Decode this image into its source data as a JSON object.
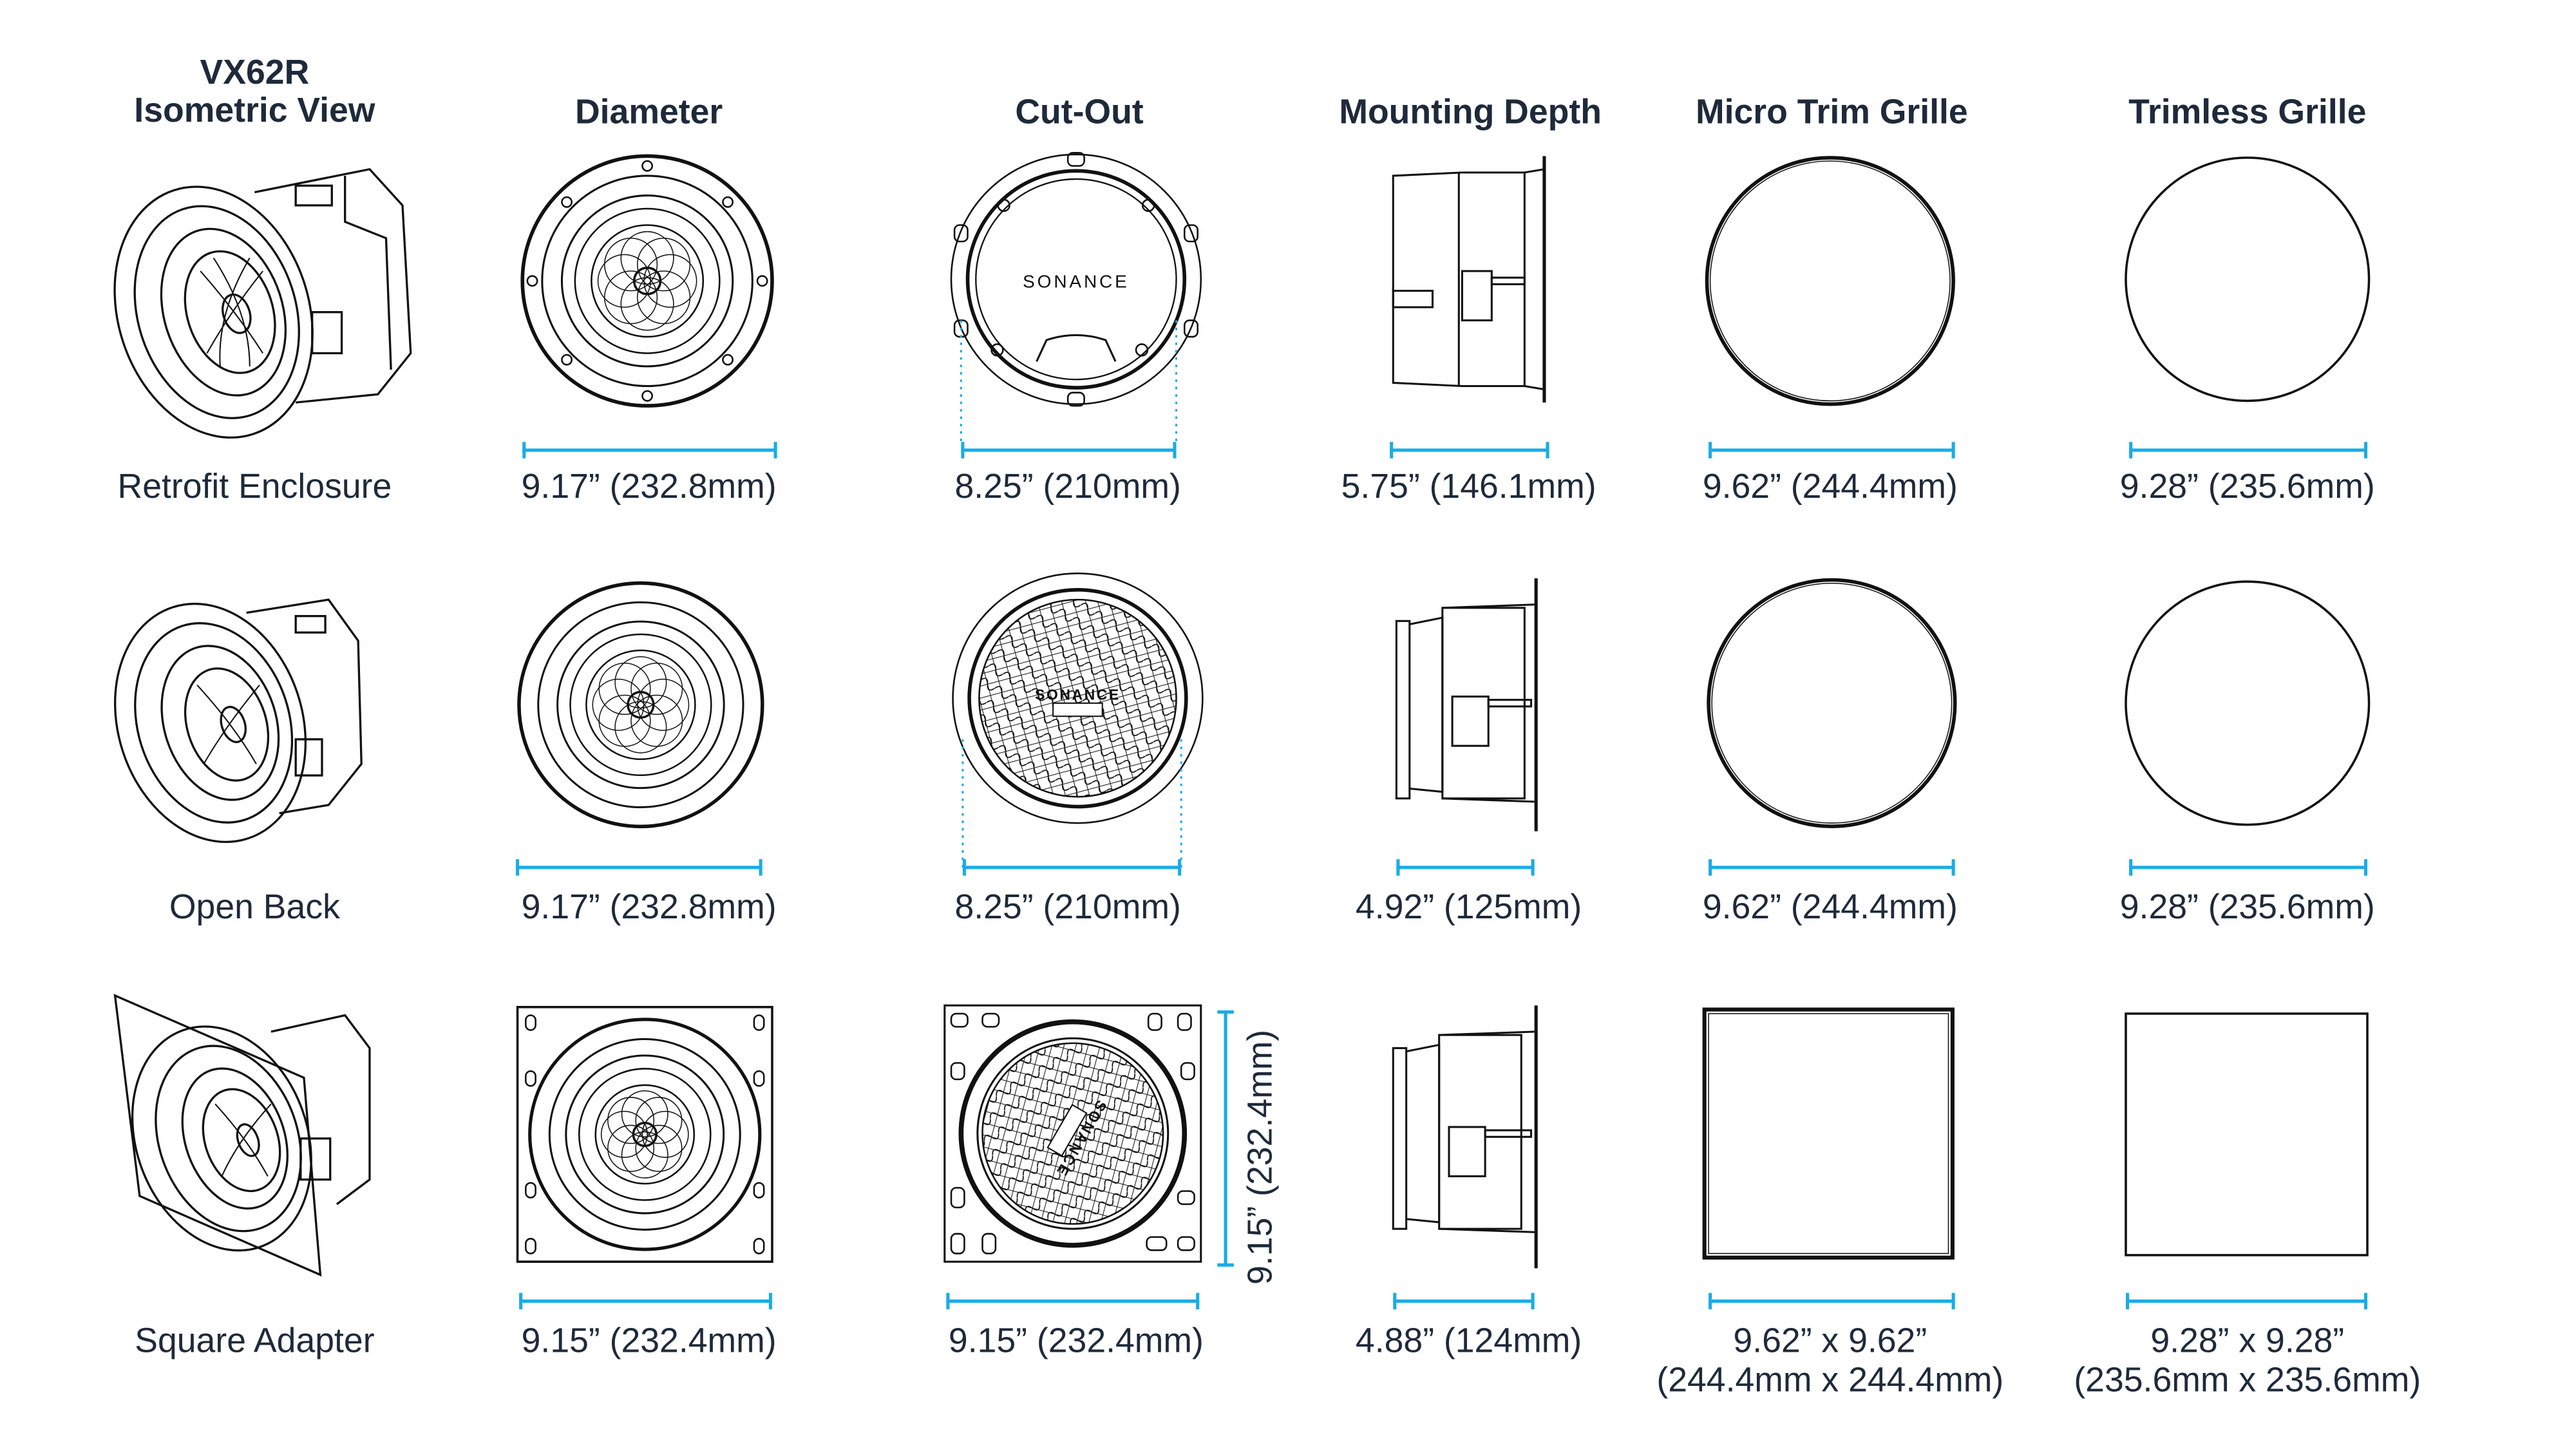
{
  "accent_color": "#1aace6",
  "text_color": "#1e2a3a",
  "header": {
    "model": "VX62R",
    "col0": "Isometric View",
    "col1": "Diameter",
    "col2": "Cut-Out",
    "col3": "Mounting Depth",
    "col4": "Micro Trim Grille",
    "col5": "Trimless Grille"
  },
  "brand_mark": "SONANCE",
  "rows": [
    {
      "label": "Retrofit Enclosure",
      "diameter": "9.17” (232.8mm)",
      "cutout": "8.25” (210mm)",
      "mounting_depth": "5.75” (146.1mm)",
      "micro_trim": "9.62” (244.4mm)",
      "trimless": "9.28” (235.6mm)"
    },
    {
      "label": "Open Back",
      "diameter": "9.17” (232.8mm)",
      "cutout": "8.25” (210mm)",
      "mounting_depth": "4.92” (125mm)",
      "micro_trim": "9.62” (244.4mm)",
      "trimless": "9.28” (235.6mm)"
    },
    {
      "label": "Square Adapter",
      "diameter": "9.15” (232.4mm)",
      "cutout": "9.15” (232.4mm)",
      "cutout_vertical": "9.15” (232.4mm)",
      "mounting_depth": "4.88” (124mm)",
      "micro_trim_line1": "9.62” x 9.62”",
      "micro_trim_line2": "(244.4mm x 244.4mm)",
      "trimless_line1": "9.28” x 9.28”",
      "trimless_line2": "(235.6mm x 235.6mm)"
    }
  ]
}
